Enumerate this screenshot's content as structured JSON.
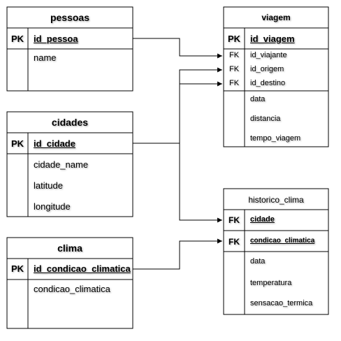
{
  "tables": {
    "pessoas": {
      "title": "pessoas",
      "pk": {
        "tag": "PK",
        "name": "id_pessoa"
      },
      "attributes": [
        "name"
      ]
    },
    "cidades": {
      "title": "cidades",
      "pk": {
        "tag": "PK",
        "name": "id_cidade"
      },
      "attributes": [
        "cidade_name",
        "latitude",
        "longitude"
      ]
    },
    "clima": {
      "title": "clima",
      "pk": {
        "tag": "PK",
        "name": "id_condicao_climatica"
      },
      "attributes": [
        "condicao_climatica"
      ]
    },
    "viagem": {
      "title": "viagem",
      "pk": {
        "tag": "PK",
        "name": "id_viagem"
      },
      "fks": [
        {
          "tag": "FK",
          "name": "id_viajante"
        },
        {
          "tag": "FK",
          "name": "id_origem"
        },
        {
          "tag": "FK",
          "name": "id_destino"
        }
      ],
      "attributes": [
        "data",
        "distancia",
        "tempo_viagem"
      ]
    },
    "historico_clima": {
      "title": "historico_clima",
      "keys": [
        {
          "tag": "FK",
          "name": "cidade"
        },
        {
          "tag": "FK",
          "name": "condicao_climatica"
        }
      ],
      "attributes": [
        "data",
        "temperatura",
        "sensacao_termica"
      ]
    }
  },
  "relationships": [
    {
      "from": "pessoas.id_pessoa",
      "to": "viagem.id_viajante"
    },
    {
      "from": "cidades.id_cidade",
      "to": "viagem.id_origem"
    },
    {
      "from": "cidades.id_cidade",
      "to": "viagem.id_destino"
    },
    {
      "from": "cidades.id_cidade",
      "to": "historico_clima.cidade"
    },
    {
      "from": "clima.id_condicao_climatica",
      "to": "historico_clima.condicao_climatica"
    }
  ],
  "colors": {
    "line": "#000000",
    "background": "#ffffff",
    "text": "#000000"
  }
}
